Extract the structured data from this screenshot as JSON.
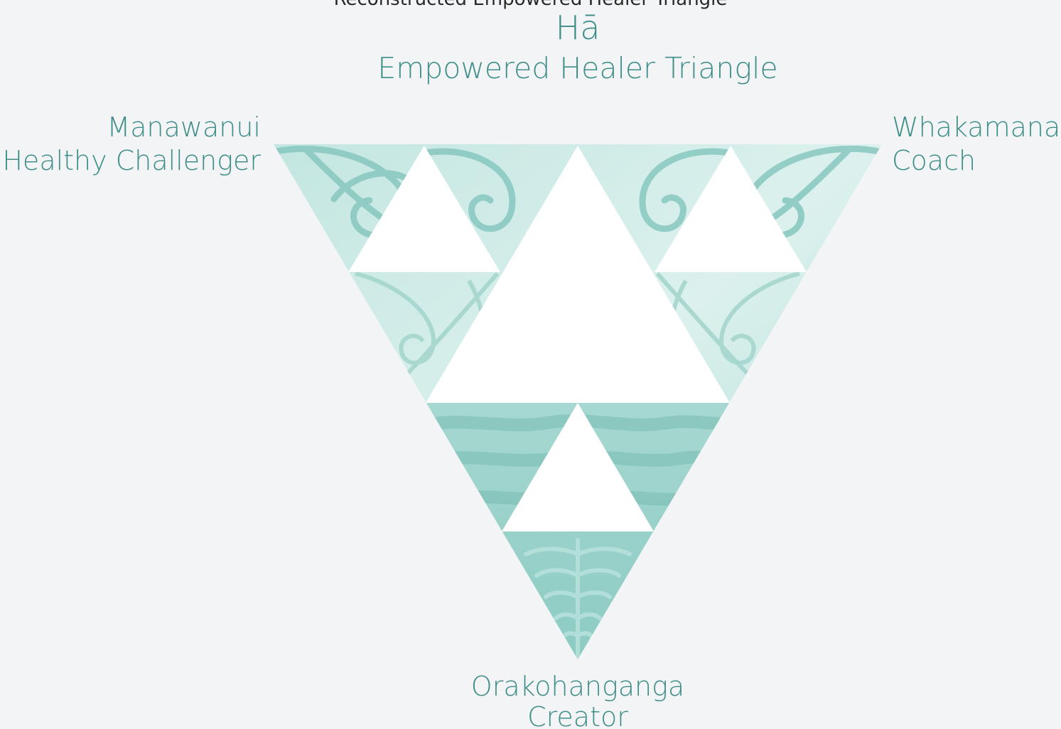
{
  "caption_cut_off": "Reconstructed Empowered Healer Triangle",
  "title": {
    "main": "Hā",
    "sub": "Empowered Healer Triangle"
  },
  "corners": {
    "left": {
      "name": "Manawanui",
      "role": "Healthy Challenger"
    },
    "right": {
      "name": "Whakamana",
      "role": "Coach"
    },
    "bottom": {
      "name": "Orakohanganga",
      "role": "Creator"
    }
  },
  "colors": {
    "background": "#f3f4f6",
    "text": "#3f8e88",
    "fill_light": "#d6efeb",
    "fill_mid": "#a9dbd4",
    "fill_dark": "#7cc1b9",
    "cutout": "#ffffff"
  }
}
